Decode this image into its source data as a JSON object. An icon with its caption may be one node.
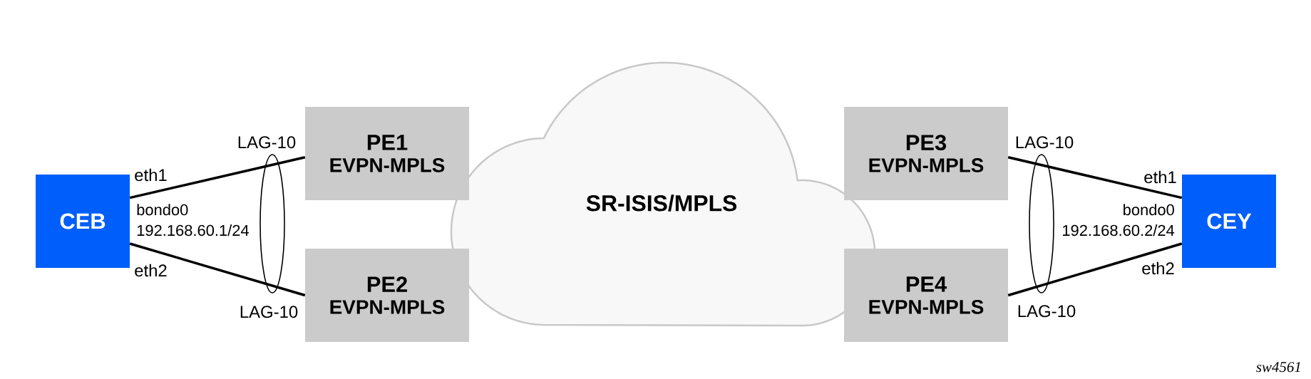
{
  "diagram": {
    "nodes": [
      {
        "text": [
          "CEB"
        ],
        "beside": [
          "bondo0 192.168.60.1/24"
        ]
      },
      {
        "text": [],
        "shape": "ellipse"
      },
      {
        "text": [
          "PE1",
          "EVPN-MPLS"
        ]
      },
      {
        "text": [
          "PE2",
          "EVPN-MPLS"
        ]
      },
      {
        "text": [
          "SR-ISIS/MPLS"
        ]
      },
      {
        "text": [
          "PE3",
          "EVPN-MPLS"
        ]
      },
      {
        "text": [
          "PE4",
          "EVPN-MPLS"
        ]
      },
      {
        "text": [],
        "shape": "ellipse"
      },
      {
        "text": [
          "CEY"
        ],
        "beside": [
          "bondo0 192.168.60.2/24"
        ]
      }
    ],
    "edges": [
      {
        "from": 0,
        "to": 2,
        "arrow": "none"
      },
      {
        "from": 0,
        "to": 3,
        "arrow": "none"
      },
      {
        "from": 5,
        "to": 8,
        "arrow": "none"
      },
      {
        "from": 6,
        "to": 8,
        "arrow": "none"
      }
    ],
    "labels": [
      "LAG-10",
      "LAG-10",
      "eth1",
      "eth1",
      "eth2",
      "eth2",
      "LAG-10",
      "LAG-10",
      "sw4561"
    ]
  }
}
